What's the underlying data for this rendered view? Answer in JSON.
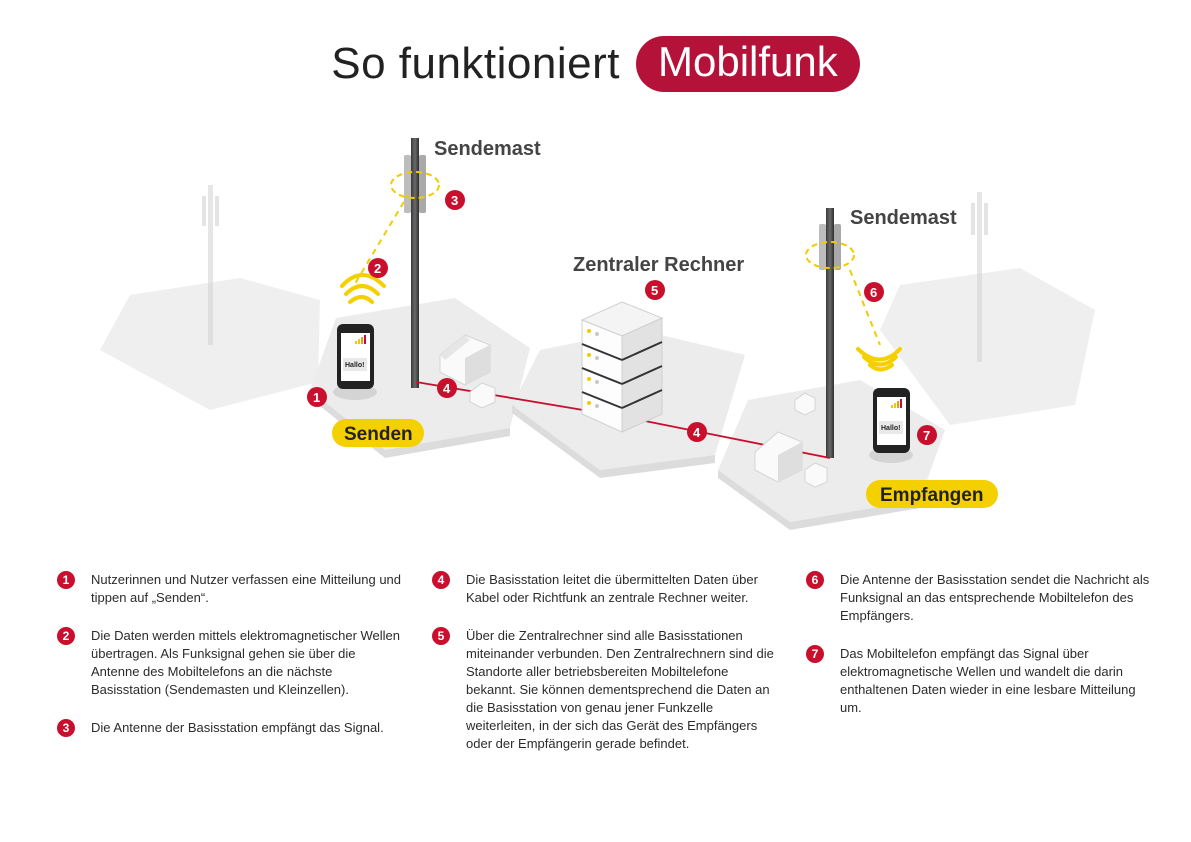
{
  "title": {
    "main": "So funktioniert",
    "highlight": "Mobilfunk"
  },
  "colors": {
    "brand_red": "#b5123a",
    "marker_red": "#c8102e",
    "accent_yellow": "#f5d000",
    "ground": "#ececec"
  },
  "diagram": {
    "mast_left_label": "Sendemast",
    "mast_right_label": "Sendemast",
    "server_label": "Zentraler Rechner",
    "send_label": "Senden",
    "receive_label": "Empfangen",
    "phone_text": "Hallo!",
    "markers": {
      "m1": "1",
      "m2": "2",
      "m3": "3",
      "m4a": "4",
      "m4b": "4",
      "m5": "5",
      "m6": "6",
      "m7": "7"
    }
  },
  "legend": [
    {
      "num": "1",
      "text": "Nutzerinnen und Nutzer verfassen eine Mitteilung und tippen auf „Senden“."
    },
    {
      "num": "2",
      "text": "Die Daten werden mittels elektromagnetischer Wellen übertragen. Als Funksignal gehen sie über die Antenne des Mobiltelefons an die nächste Basisstation (Sendemasten und Kleinzellen)."
    },
    {
      "num": "3",
      "text": "Die Antenne der Basisstation empfängt das Signal."
    },
    {
      "num": "4",
      "text": "Die Basisstation leitet die übermittelten Daten über Kabel oder Richtfunk an zentrale Rechner weiter."
    },
    {
      "num": "5",
      "text": "Über die Zentralrechner sind alle Basisstationen miteinander verbunden. Den Zentralrechnern sind die Standorte aller betriebsbereiten Mobiltelefone bekannt. Sie können dementsprechend die Daten an die Basisstation von genau jener Funkzelle weiterleiten, in der sich das Gerät des Empfängers oder der Empfängerin gerade befindet."
    },
    {
      "num": "6",
      "text": "Die Antenne der Basisstation sendet die Nachricht als Funksignal an das entsprechende Mobiltelefon des Empfängers."
    },
    {
      "num": "7",
      "text": "Das Mobiltelefon empfängt das Signal über elektromagnetische Wellen und wandelt die darin enthaltenen Daten wieder in eine lesbare Mitteilung um."
    }
  ]
}
